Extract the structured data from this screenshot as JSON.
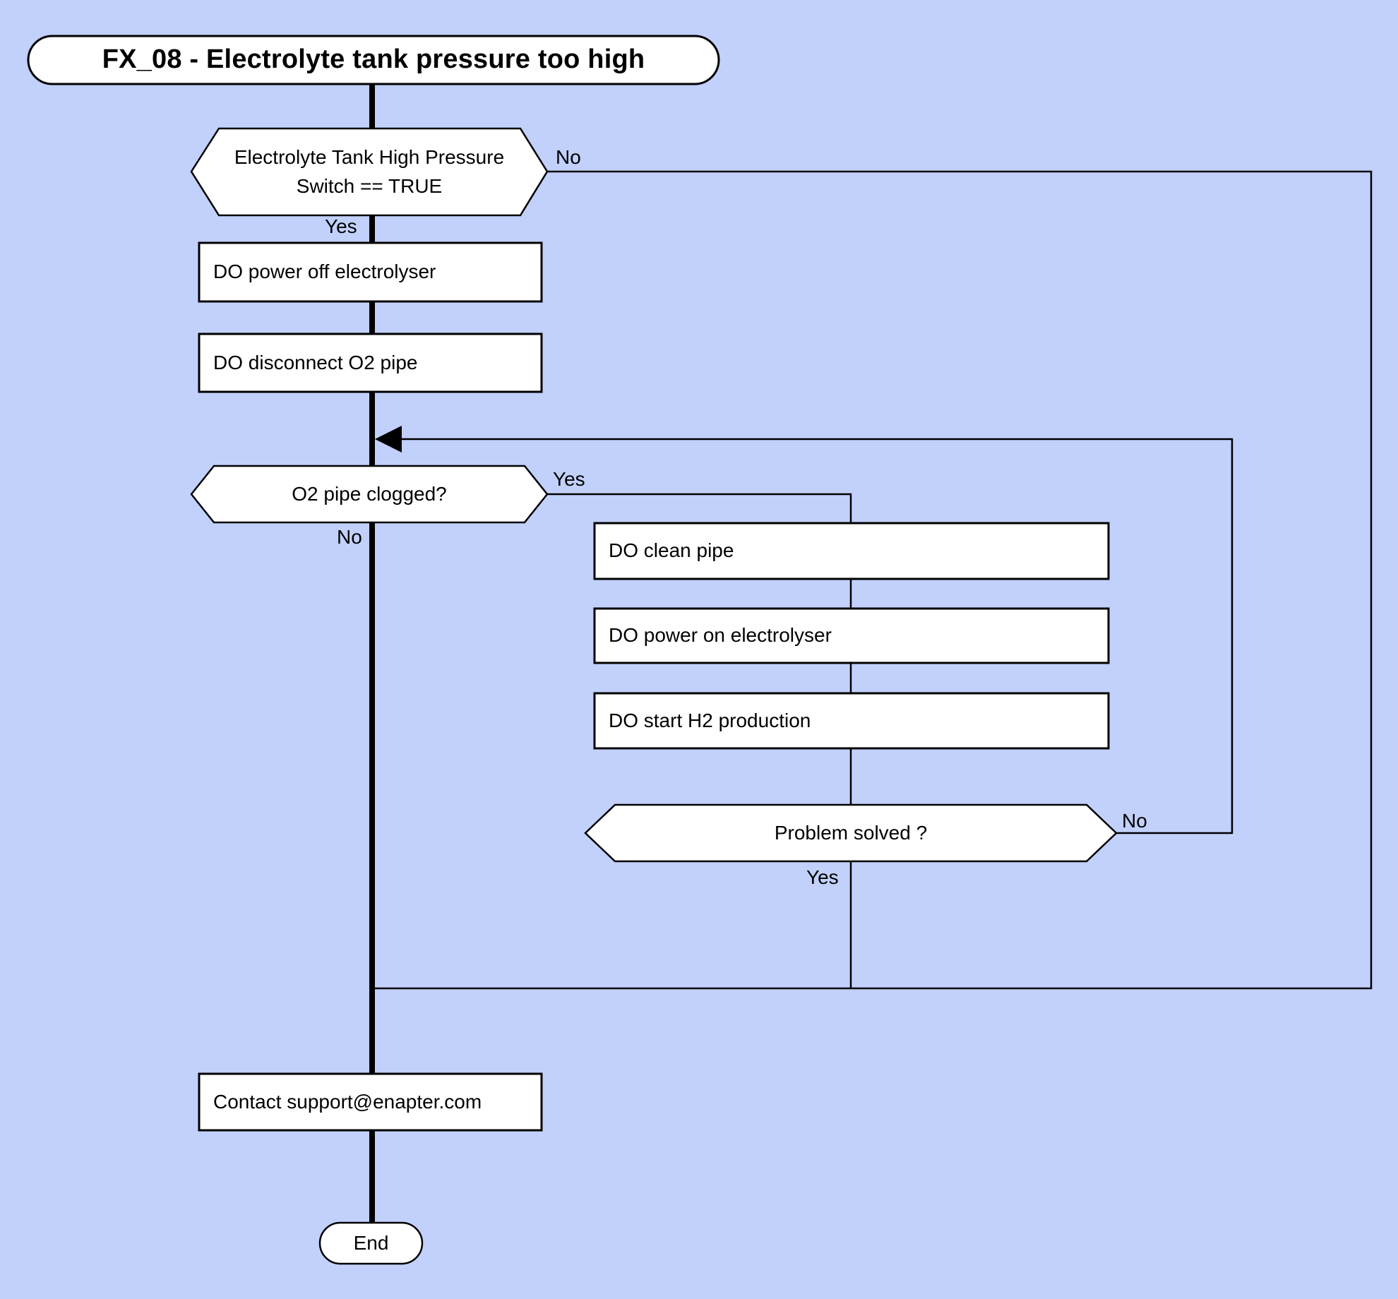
{
  "title": "FX_08 - Electrolyte tank pressure too high",
  "decisions": {
    "tank_pressure_switch": {
      "label": "Electrolyte Tank High Pressure Switch == TRUE",
      "yes": "Yes",
      "no": "No"
    },
    "o2_pipe_clogged": {
      "label": "O2 pipe clogged?",
      "yes": "Yes",
      "no": "No"
    },
    "problem_solved": {
      "label": "Problem solved ?",
      "yes": "Yes",
      "no": "No"
    }
  },
  "processes": {
    "power_off": "DO power off electrolyser",
    "disconnect_o2": "DO disconnect O2 pipe",
    "clean_pipe": "DO clean pipe",
    "power_on": "DO power on electrolyser",
    "start_h2": "DO start H2 production",
    "contact_support": "Contact support@enapter.com"
  },
  "terminal": {
    "end": "End"
  },
  "colors": {
    "background": "#c2d1fb",
    "shape_fill": "#ffffff",
    "line": "#000000"
  }
}
